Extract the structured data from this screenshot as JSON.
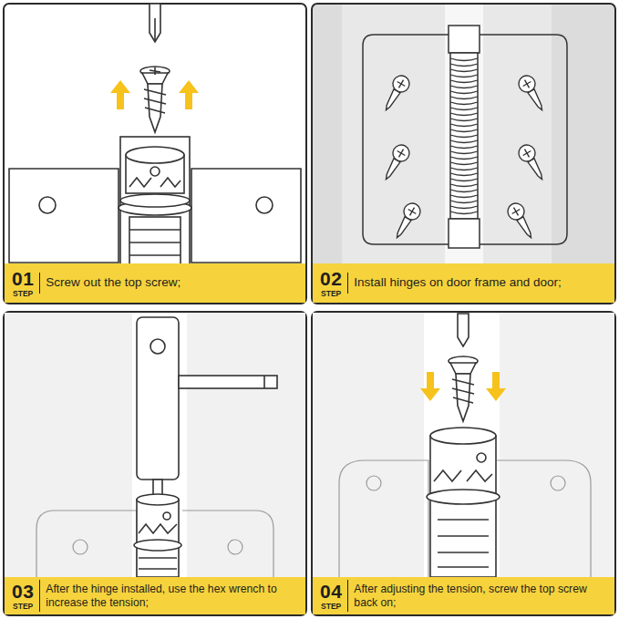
{
  "diagram": {
    "nodes": [
      {
        "text": [
          "01",
          "STEP",
          "Screw out the top screw;"
        ]
      },
      {
        "text": [
          "02",
          "STEP",
          "Install hinges on door frame and door;"
        ]
      },
      {
        "text": [
          "03",
          "STEP",
          "After the hinge installed, use the hex wrench to increase the tension;"
        ]
      },
      {
        "text": [
          "04",
          "STEP",
          "After adjusting the tension, screw the top screw back on;"
        ]
      }
    ]
  }
}
